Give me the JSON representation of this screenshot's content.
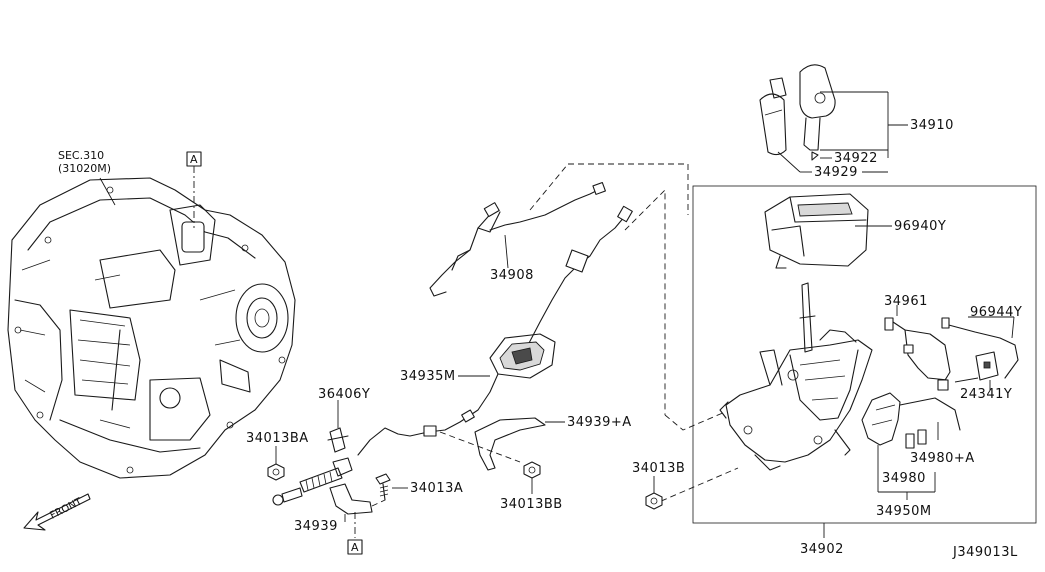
{
  "diagram": {
    "code": "J349013L",
    "front_label": "FRONT",
    "ref_marker": "A",
    "transmission": {
      "sec_line1": "SEC.310",
      "sec_line2": "(31020M)"
    },
    "labels": {
      "p34910": "34910",
      "p34922": "34922",
      "p34929": "34929",
      "p96940Y": "96940Y",
      "p34908": "34908",
      "p34961": "34961",
      "p96944Y": "96944Y",
      "p34935M": "34935M",
      "p36406Y": "36406Y",
      "p34939A": "34939+A",
      "p34013BA": "34013BA",
      "p34013A": "34013A",
      "p34013BB": "34013BB",
      "p34013B": "34013B",
      "p24341Y": "24341Y",
      "p34980A": "34980+A",
      "p34980": "34980",
      "p34950M": "34950M",
      "p34939": "34939",
      "p34902": "34902"
    }
  }
}
